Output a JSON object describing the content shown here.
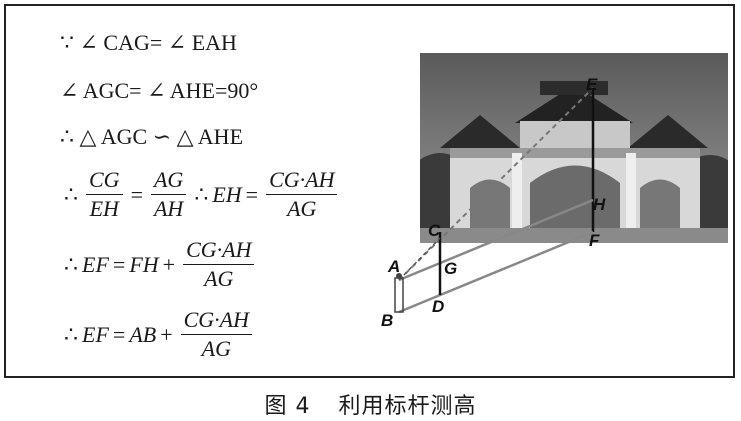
{
  "proof": {
    "line1": "∵ ∠ CAG= ∠ EAH",
    "line2": "∠ AGC= ∠ AHE=90°",
    "line3": "∴ △ AGC ∽ △ AHE",
    "therefore": "∴",
    "eq4": {
      "f1_num": "CG",
      "f1_den": "EH",
      "equals": "=",
      "f2_num": "AG",
      "f2_den": "AH",
      "lhs": "EH",
      "f3_num": "CG·AH",
      "f3_den": "AG"
    },
    "eq5": {
      "lhs": "EF",
      "rhs_term": "FH",
      "plus": "+",
      "f_num": "CG·AH",
      "f_den": "AG"
    },
    "eq6": {
      "lhs": "EF",
      "rhs_term": "AB",
      "plus": "+",
      "f_num": "CG·AH",
      "f_den": "AG"
    }
  },
  "diagram": {
    "labels": {
      "E": "E",
      "H": "H",
      "F": "F",
      "C": "C",
      "A": "A",
      "G": "G",
      "B": "B",
      "D": "D"
    }
  },
  "caption": {
    "figure": "图 4",
    "title": "利用标杆测高"
  }
}
